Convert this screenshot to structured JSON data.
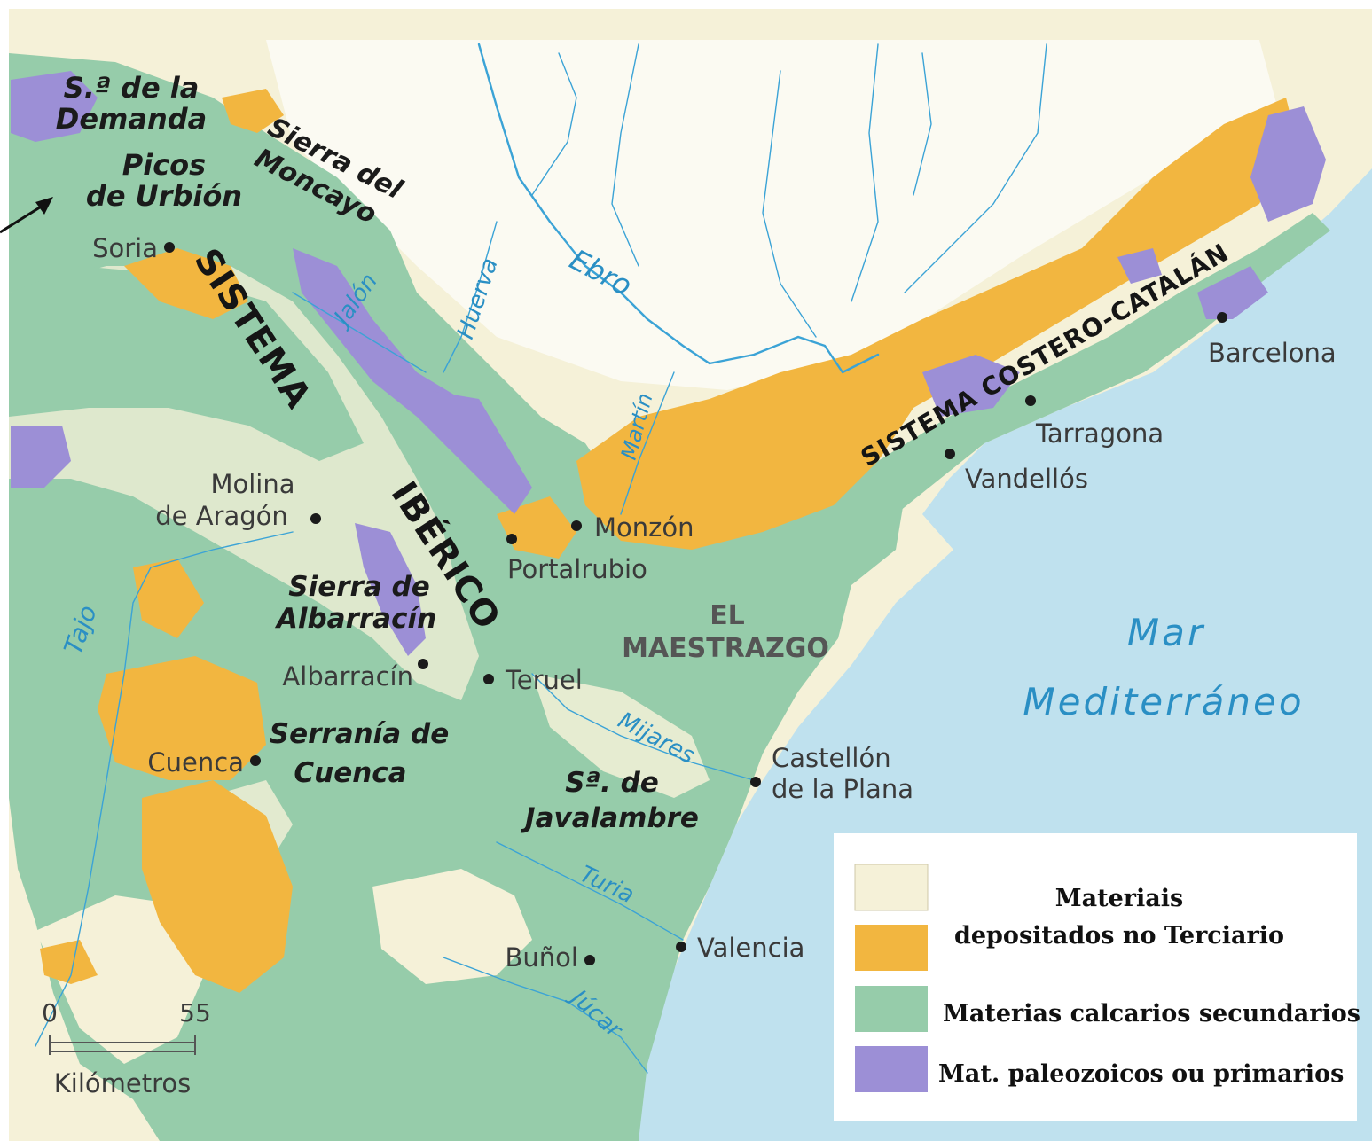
{
  "colors": {
    "tertiary": "#f2b640",
    "secondary": "#96ccaa",
    "primary": "#9c8fd6",
    "plain": "#f5f1d8",
    "sea": "#bfe1ee",
    "river": "#3ba3d6"
  },
  "mountains": {
    "demanda": [
      "S.ª de la",
      "Demanda"
    ],
    "urbion": [
      "Picos",
      "de Urbión"
    ],
    "moncayo": [
      "Sierra del",
      "Moncayo"
    ],
    "albarracin": [
      "Sierra de",
      "Albarracín"
    ],
    "cuenca": [
      "Serranía de",
      "Cuenca"
    ],
    "javalambre": [
      "Sª. de",
      "Javalambre"
    ]
  },
  "systems": {
    "iberico_1": "SISTEMA",
    "iberico_2": "IBÉRICO",
    "costero": "SISTEMA COSTERO-CATALÁN"
  },
  "regions": {
    "maestrazgo_1": "EL",
    "maestrazgo_2": "MAESTRAZGO"
  },
  "cities": {
    "soria": "Soria",
    "molina_1": "Molina",
    "molina_2": "de Aragón",
    "monzon": "Monzón",
    "portalrubio": "Portalrubio",
    "albarracin": "Albarracín",
    "teruel": "Teruel",
    "cuenca": "Cuenca",
    "castellon_1": "Castellón",
    "castellon_2": "de la Plana",
    "valencia": "Valencia",
    "bunol": "Buñol",
    "barcelona": "Barcelona",
    "tarragona": "Tarragona",
    "vandellos": "Vandellós"
  },
  "rivers": {
    "ebro": "Ebro",
    "jalon": "Jalón",
    "huerva": "Huerva",
    "martin": "Martín",
    "tajo": "Tajo",
    "mijares": "Mijares",
    "turia": "Turia",
    "jucar": "Júcar"
  },
  "sea": {
    "line1": "Mar",
    "line2": "Mediterráneo"
  },
  "scale": {
    "min": "0",
    "max": "55",
    "unit": "Kilómetros"
  },
  "legend": {
    "items": [
      {
        "label_1": "Materiais",
        "label_2": "depositados no Terciario"
      },
      {
        "label": "Materias calcarios secundarios"
      },
      {
        "label": "Mat. paleozoicos ou primarios"
      }
    ]
  }
}
